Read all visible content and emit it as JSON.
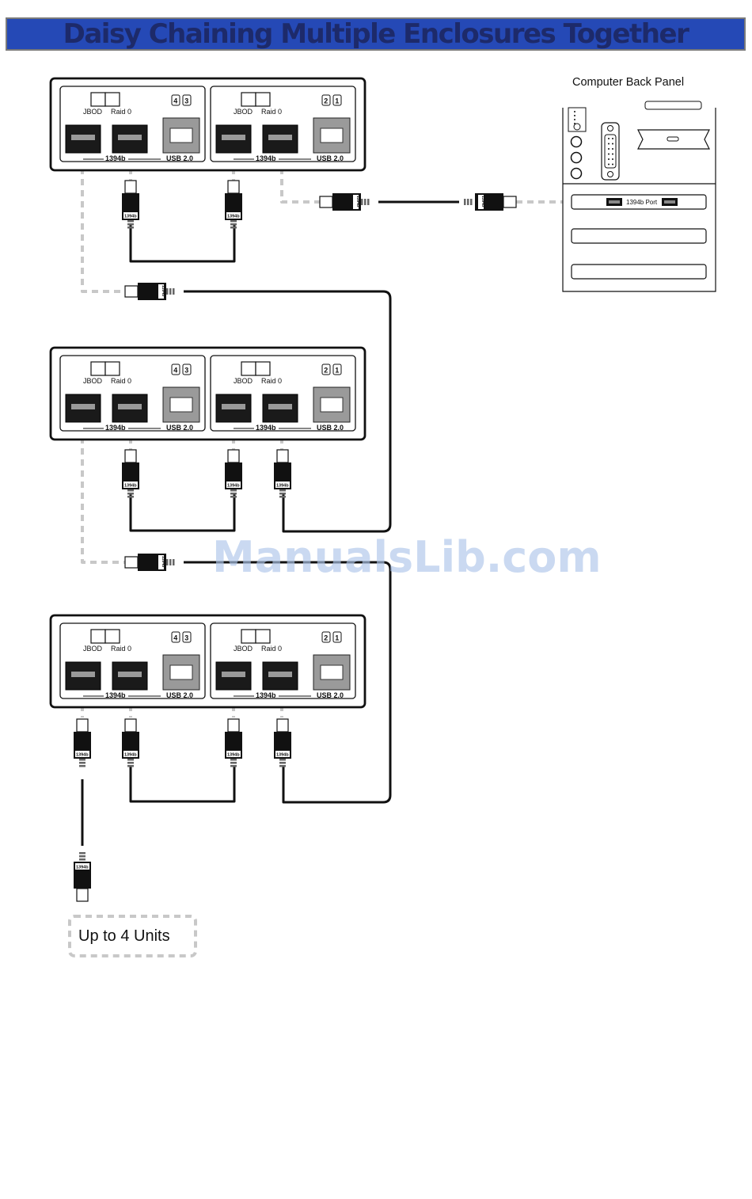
{
  "title": "Daisy Chaining Multiple Enclosures Together",
  "watermark": "ManualsLib.com",
  "computer": {
    "label": "Computer Back Panel",
    "port_label": "1394b Port"
  },
  "enclosure": {
    "switch_labels": [
      "JBOD",
      "Raid 0"
    ],
    "drive_numbers_left": [
      "4",
      "3"
    ],
    "drive_numbers_right": [
      "2",
      "1"
    ],
    "firewire_label": "1394b",
    "usb_label": "USB 2.0"
  },
  "cable_label": "1394b",
  "note": "Up to 4 Units",
  "colors": {
    "title_background": "#2549b6",
    "title_text": "#1d2a6a",
    "watermark": "#aec6ea",
    "dashed_cable": "#c8c8c8"
  }
}
